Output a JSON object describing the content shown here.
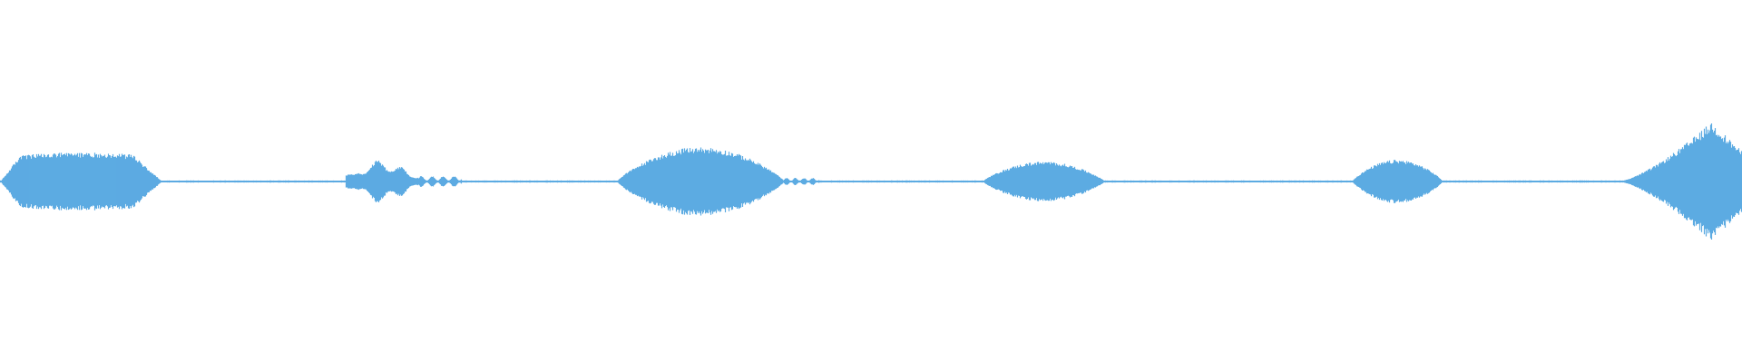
{
  "waveform": {
    "color": "#5dabe2",
    "background": "#ffffff",
    "baseline_amplitude": 0.006,
    "segments": [
      {
        "start": 0.0,
        "end": 0.093,
        "peak": 0.16,
        "profile": "plateau"
      },
      {
        "start": 0.198,
        "end": 0.24,
        "peak": 0.12,
        "profile": "bumpy"
      },
      {
        "start": 0.24,
        "end": 0.265,
        "peak": 0.03,
        "profile": "tail"
      },
      {
        "start": 0.354,
        "end": 0.45,
        "peak": 0.19,
        "profile": "swell"
      },
      {
        "start": 0.45,
        "end": 0.47,
        "peak": 0.02,
        "profile": "tail"
      },
      {
        "start": 0.564,
        "end": 0.634,
        "peak": 0.11,
        "profile": "swell"
      },
      {
        "start": 0.776,
        "end": 0.828,
        "peak": 0.12,
        "profile": "swell"
      },
      {
        "start": 0.929,
        "end": 1.0,
        "peak": 0.33,
        "profile": "ramp-up"
      }
    ]
  }
}
